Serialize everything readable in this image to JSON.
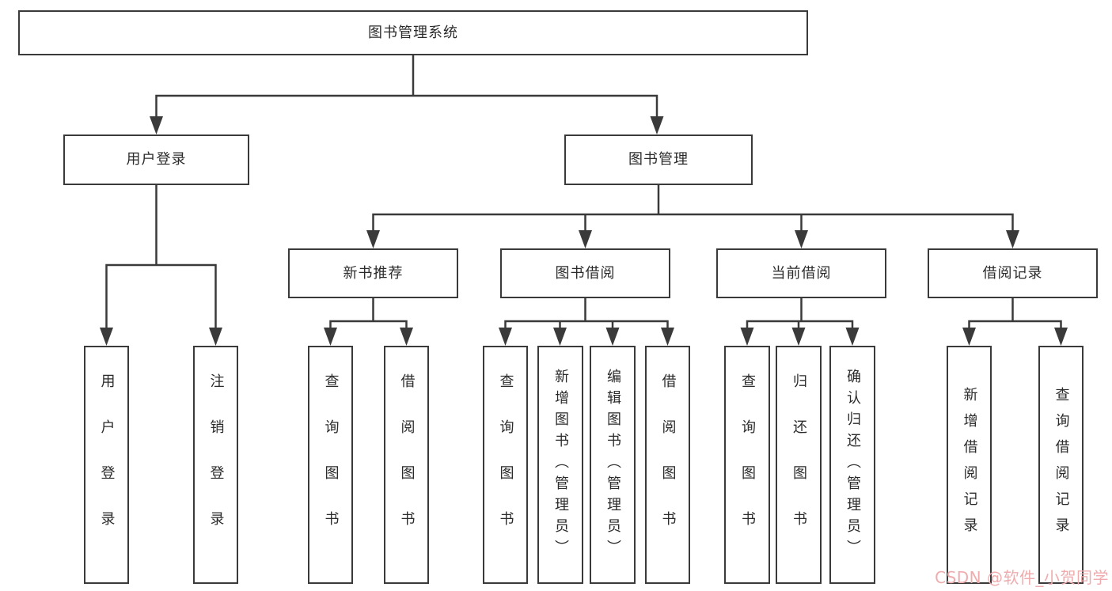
{
  "colors": {
    "line": "#3a3a3a",
    "box_border": "#3a3a3a",
    "text": "#2b2b2b",
    "background": "#ffffff",
    "watermark": "#eeacae"
  },
  "watermark": {
    "text": "CSDN @软件_小贺同学"
  },
  "tree": {
    "label": "图书管理系统",
    "children": [
      {
        "label": "用户登录",
        "children": [
          {
            "label": "用户登录"
          },
          {
            "label": "注销登录"
          }
        ]
      },
      {
        "label": "图书管理",
        "children": [
          {
            "label": "新书推荐",
            "children": [
              {
                "label": "查询图书"
              },
              {
                "label": "借阅图书"
              }
            ]
          },
          {
            "label": "图书借阅",
            "children": [
              {
                "label": "查询图书"
              },
              {
                "label": "新增图书（管理员）"
              },
              {
                "label": "编辑图书（管理员）"
              },
              {
                "label": "借阅图书"
              }
            ]
          },
          {
            "label": "当前借阅",
            "children": [
              {
                "label": "查询图书"
              },
              {
                "label": "归还图书"
              },
              {
                "label": "确认归还（管理员）"
              }
            ]
          },
          {
            "label": "借阅记录",
            "children": [
              {
                "label": "新增借阅记录"
              },
              {
                "label": "查询借阅记录"
              }
            ]
          }
        ]
      }
    ]
  }
}
